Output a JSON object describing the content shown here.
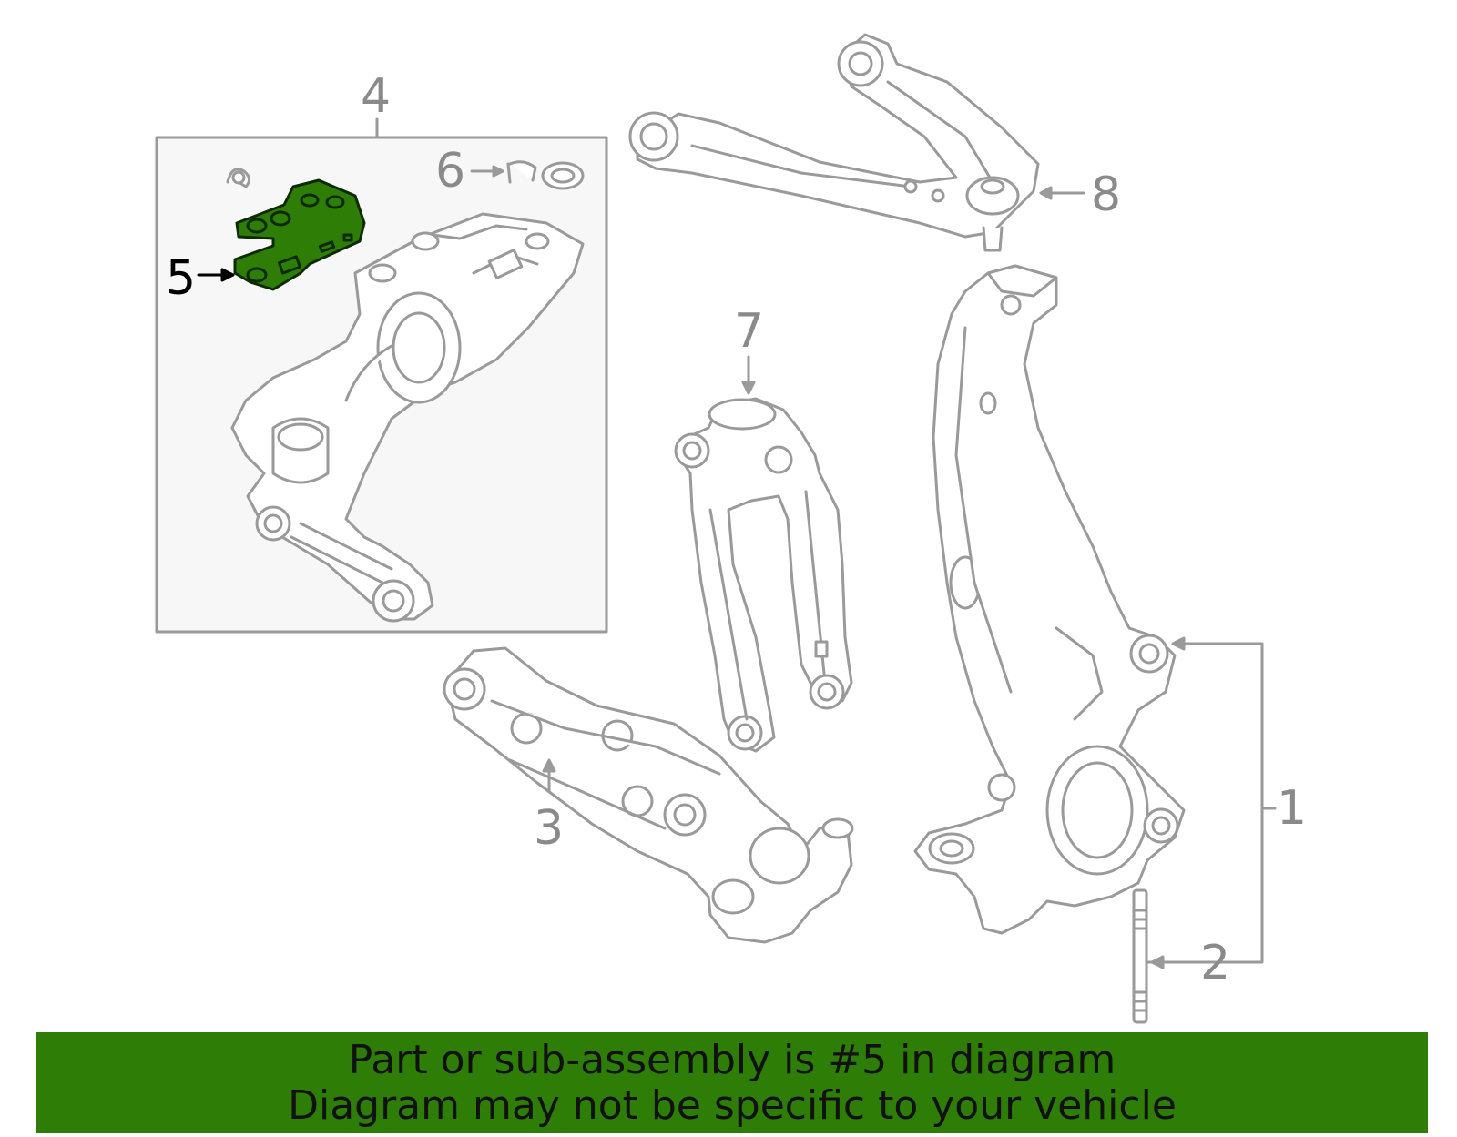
{
  "callouts": {
    "c1": "1",
    "c2": "2",
    "c3": "3",
    "c4": "4",
    "c5": "5",
    "c6": "6",
    "c7": "7",
    "c8": "8"
  },
  "highlight": {
    "part_number": "5",
    "fill_color": "#2e7d07"
  },
  "banner": {
    "line1": "Part or sub-assembly is #5 in diagram",
    "line2": "Diagram may not be specific to your vehicle",
    "background": "#2e7d07"
  },
  "colors": {
    "line_art": "#9a9a9a",
    "inset_background": "#f7f7f7"
  }
}
